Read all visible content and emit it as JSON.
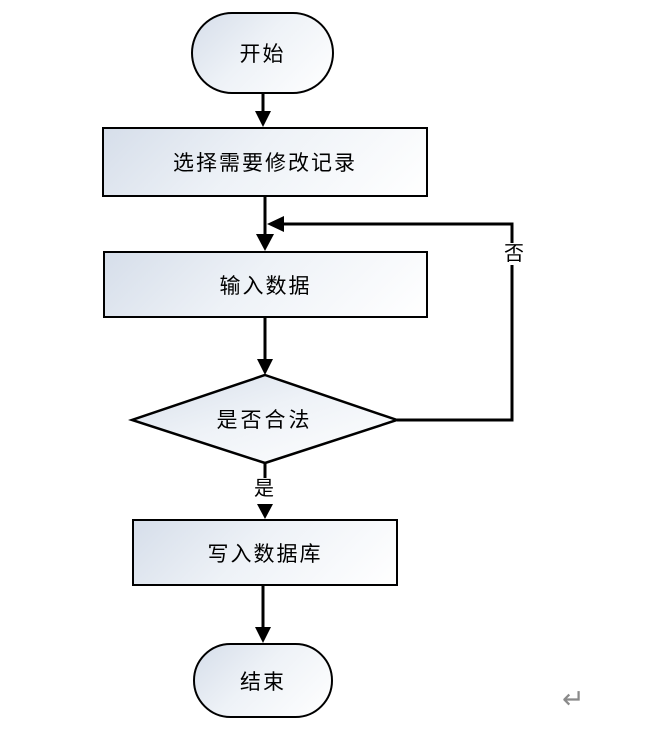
{
  "flowchart": {
    "title": "record-modify-flowchart",
    "nodes": {
      "start": {
        "label": "开始",
        "type": "terminator"
      },
      "select": {
        "label": "选择需要修改记录",
        "type": "process"
      },
      "input": {
        "label": "输入数据",
        "type": "process"
      },
      "decision": {
        "label": "是否合法",
        "type": "decision"
      },
      "write": {
        "label": "写入数据库",
        "type": "process"
      },
      "end": {
        "label": "结束",
        "type": "terminator"
      }
    },
    "edge_labels": {
      "yes": "是",
      "no": "否"
    },
    "paragraph_mark": "↵",
    "colors": {
      "stroke": "#000000",
      "fill_gradient_start": "#d6deea",
      "fill_gradient_end": "#ffffff",
      "paragraph_mark": "#8a8a8a",
      "background": "#ffffff"
    }
  }
}
